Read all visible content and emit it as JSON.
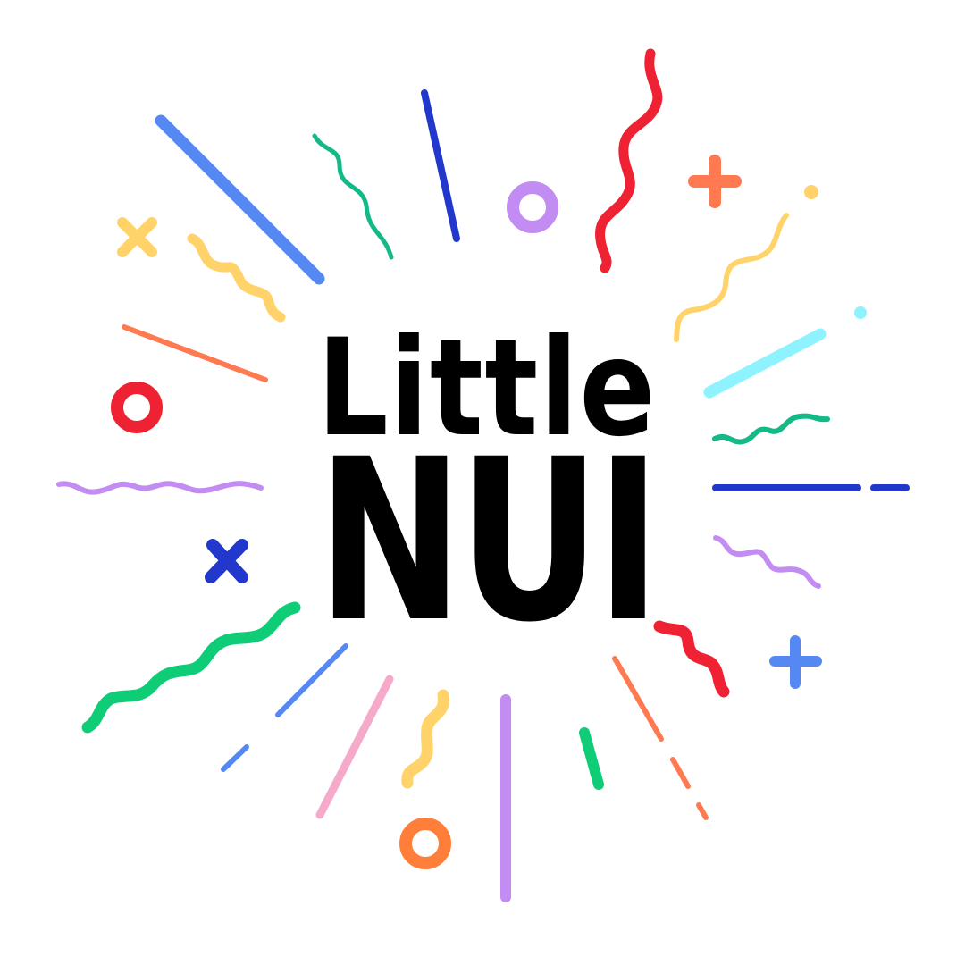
{
  "logo": {
    "line1": "Little",
    "line2": "NUI"
  },
  "colors": {
    "background": "#ffffff",
    "text": "#000000",
    "blue": "#5588f2",
    "dark_blue": "#2238cc",
    "green": "#13b987",
    "bright_green": "#0fcc77",
    "red": "#ee2233",
    "orange": "#ff7a50",
    "dark_orange": "#ff7f3a",
    "yellow": "#ffd36a",
    "purple": "#c38cf3",
    "cyan": "#8ef3ff",
    "pink": "#f6aacb"
  },
  "decorations": [
    "rays",
    "squiggles",
    "circles",
    "plus-signs",
    "crosses",
    "dots"
  ]
}
